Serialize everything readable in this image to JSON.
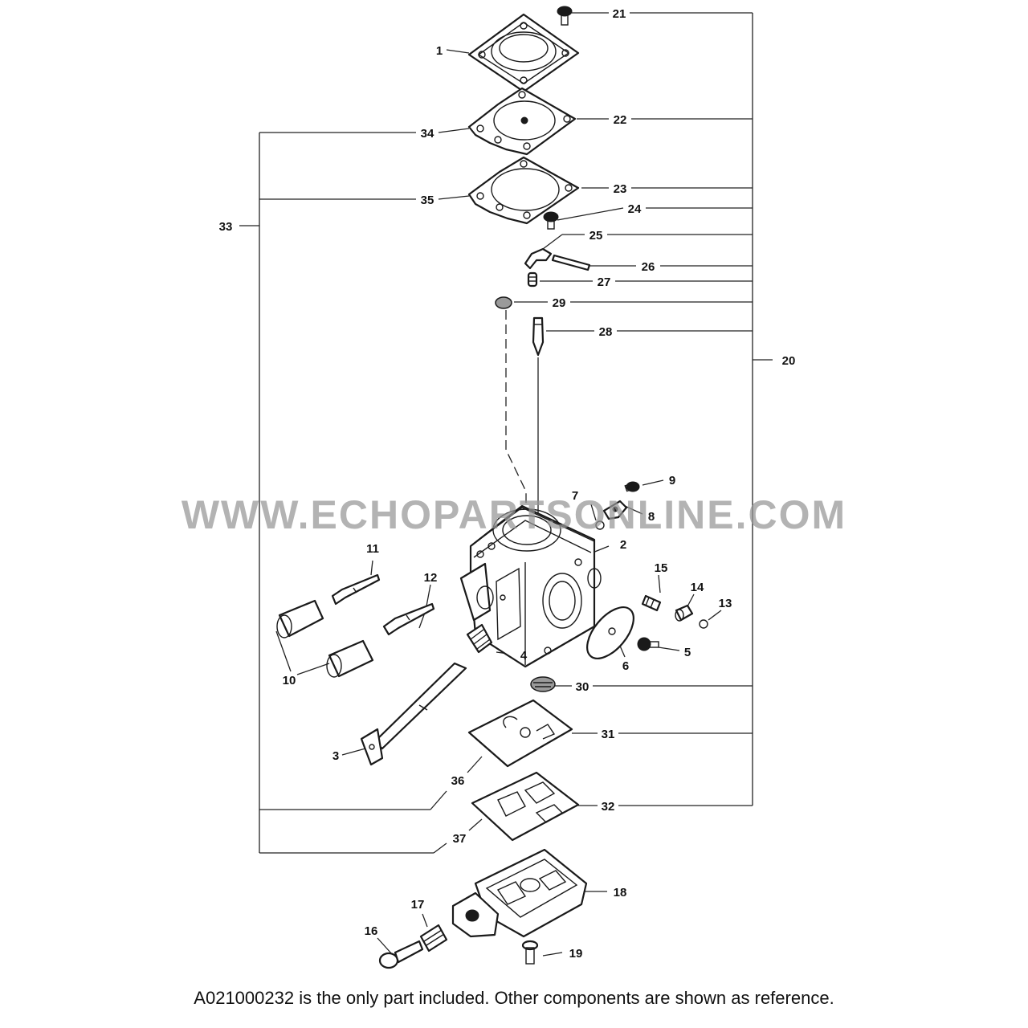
{
  "watermark": "WWW.ECHOPARTSONLINE.COM",
  "footer_note": "A021000232 is the only part included. Other components are shown as reference.",
  "part_labels": {
    "p1": "1",
    "p2": "2",
    "p3": "3",
    "p4": "4",
    "p5": "5",
    "p6": "6",
    "p7": "7",
    "p8": "8",
    "p9": "9",
    "p10": "10",
    "p11": "11",
    "p12": "12",
    "p13": "13",
    "p14": "14",
    "p15": "15",
    "p16": "16",
    "p17": "17",
    "p18": "18",
    "p19": "19",
    "p20": "20",
    "p21": "21",
    "p22": "22",
    "p23": "23",
    "p24": "24",
    "p25": "25",
    "p26": "26",
    "p27": "27",
    "p28": "28",
    "p29": "29",
    "p30": "30",
    "p31": "31",
    "p32": "32",
    "p33": "33",
    "p34": "34",
    "p35": "35",
    "p36": "36",
    "p37": "37"
  }
}
